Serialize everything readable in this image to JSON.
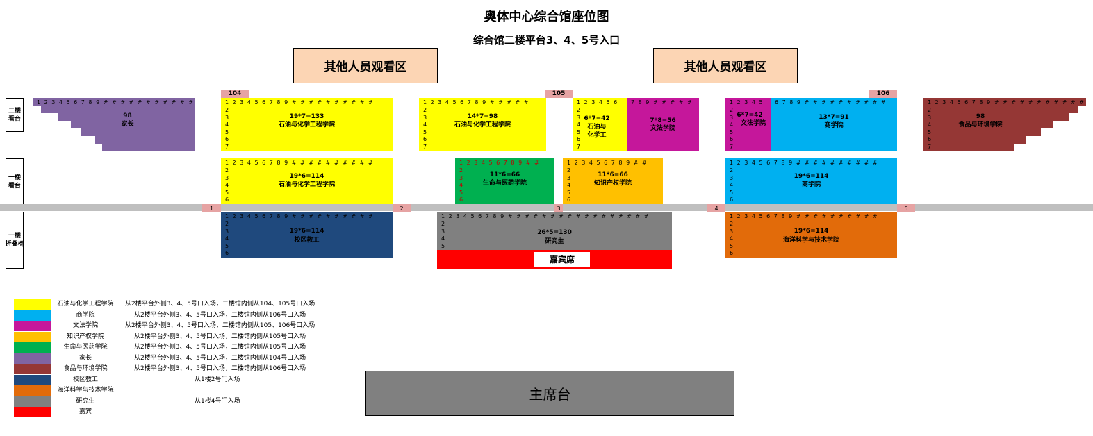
{
  "page": {
    "title": "奥体中心综合馆座位图",
    "subtitle": "综合馆二楼平台3、4、5号入口",
    "other_view_left": "其他人员观看区",
    "other_view_right": "其他人员观看区",
    "stage": "主席台",
    "guest": "嘉宾席"
  },
  "levels": {
    "upper": "二楼\n看台",
    "middle": "一楼\n看台",
    "lower": "一楼\n折叠椅"
  },
  "gate_tags": {
    "g104": "104",
    "g105": "105",
    "g106": "106"
  },
  "entries": [
    "1",
    "2",
    "3",
    "4",
    "5"
  ],
  "blocks": {
    "parents": {
      "count": "98",
      "name": "家长",
      "color": "#8064a2"
    },
    "food": {
      "count": "98",
      "name": "食品与环境学院",
      "color": "#953735"
    },
    "petro_upper": {
      "count": "19*7=133",
      "name": "石油与化学工程学院",
      "color": "#ffff00"
    },
    "petro_upper2": {
      "count": "14*7=98",
      "name": "石油与化学工程学院",
      "color": "#ffff00"
    },
    "petro_small": {
      "count": "6*7=42",
      "name": "石油与\n化学工",
      "color": "#ffff00"
    },
    "law_upper": {
      "count": "7*8=56",
      "name": "文法学院",
      "color": "#c5179b"
    },
    "law_upper2": {
      "count": "6*7=42",
      "name": "文法学院",
      "color": "#c5179b"
    },
    "business_upper": {
      "count": "13*7=91",
      "name": "商学院",
      "color": "#00b0f0"
    },
    "petro_middle": {
      "count": "19*6=114",
      "name": "石油与化学工程学院",
      "color": "#ffff00"
    },
    "life": {
      "count": "11*6=66",
      "name": "生命与医药学院",
      "color": "#00b050"
    },
    "ip": {
      "count": "11*6=66",
      "name": "知识产权学院",
      "color": "#ffc000"
    },
    "business_middle": {
      "count": "19*6=114",
      "name": "商学院",
      "color": "#00b0f0"
    },
    "staff": {
      "count": "19*6=114",
      "name": "校区教工",
      "color": "#1f497d"
    },
    "grad": {
      "count": "26*5=130",
      "name": "研究生",
      "color": "#808080"
    },
    "ocean": {
      "count": "19*6=114",
      "name": "海洋科学与技术学院",
      "color": "#e26b0a"
    }
  },
  "legend": [
    {
      "name": "石油与化学工程学院",
      "desc": "从2楼平台外侧3、4、5号口入场，二楼馆内侧从104、105号口入场",
      "color": "#ffff00"
    },
    {
      "name": "商学院",
      "desc": "从2楼平台外侧3、4、5号口入场，二楼馆内侧从106号口入场",
      "color": "#00b0f0"
    },
    {
      "name": "文法学院",
      "desc": "从2楼平台外侧3、4、5号口入场，二楼馆内侧从105、106号口入场",
      "color": "#c5179b"
    },
    {
      "name": "知识产权学院",
      "desc": "从2楼平台外侧3、4、5号口入场，二楼馆内侧从105号口入场",
      "color": "#ffc000"
    },
    {
      "name": "生命与医药学院",
      "desc": "从2楼平台外侧3、4、5号口入场，二楼馆内侧从105号口入场",
      "color": "#00b050"
    },
    {
      "name": "家长",
      "desc": "从2楼平台外侧3、4、5号口入场，二楼馆内侧从104号口入场",
      "color": "#8064a2"
    },
    {
      "name": "食品与环境学院",
      "desc": "从2楼平台外侧3、4、5号口入场，二楼馆内侧从106号口入场",
      "color": "#953735"
    },
    {
      "name": "校区教工",
      "desc": "从1楼2号门入场",
      "color": "#1f497d"
    },
    {
      "name": "海洋科学与技术学院",
      "desc": "",
      "color": "#e26b0a"
    },
    {
      "name": "研究生",
      "desc": "从1楼4号门入场",
      "color": "#808080"
    },
    {
      "name": "嘉宾",
      "desc": "",
      "color": "#ff0000"
    }
  ]
}
